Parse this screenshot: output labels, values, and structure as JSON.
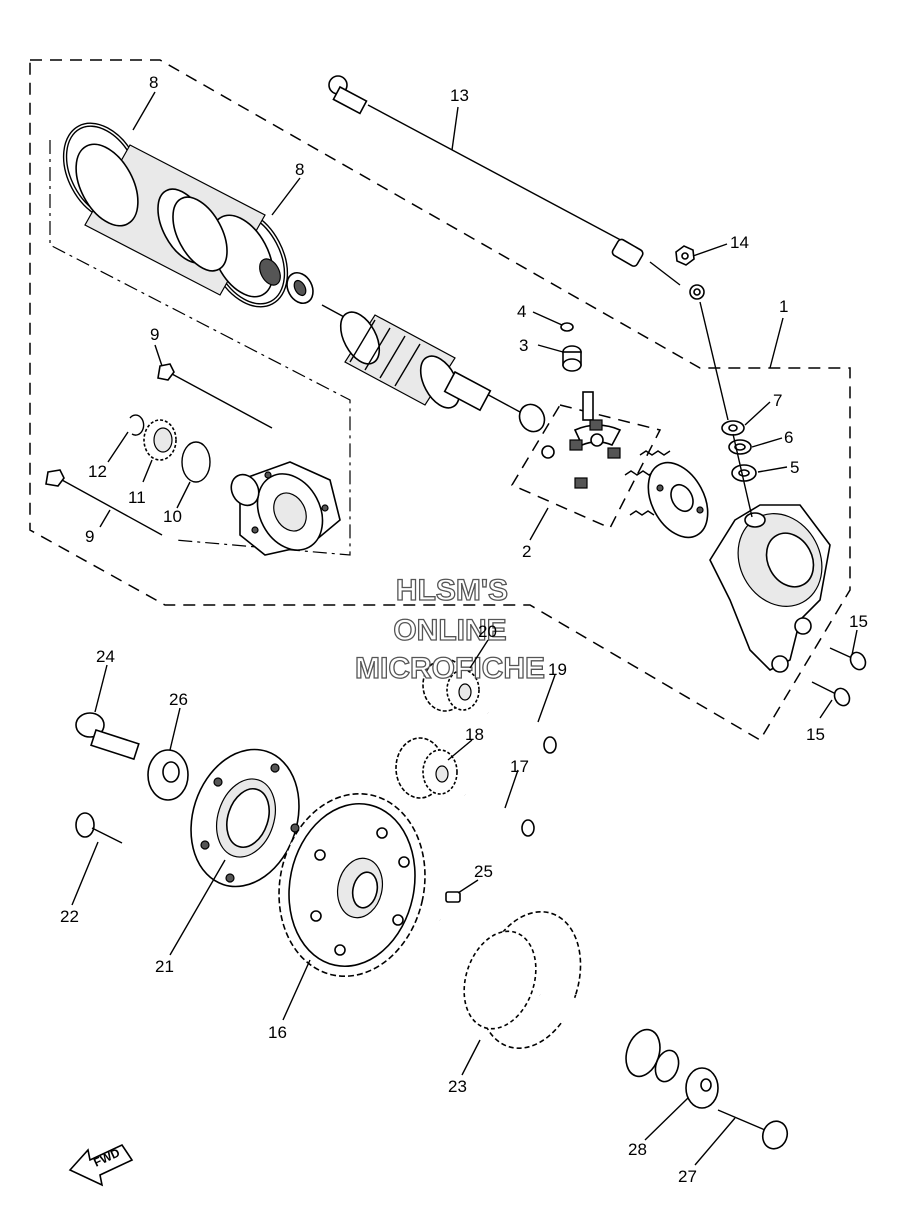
{
  "watermark": {
    "line1": "HLSM'S",
    "line2": "ONLINE",
    "line3": "MICROFICHE"
  },
  "direction_label": "FWD",
  "callouts": [
    "1",
    "2",
    "3",
    "4",
    "5",
    "6",
    "7",
    "8",
    "8",
    "9",
    "9",
    "10",
    "11",
    "12",
    "13",
    "14",
    "15",
    "15",
    "16",
    "17",
    "18",
    "19",
    "20",
    "21",
    "22",
    "23",
    "24",
    "25",
    "26",
    "27",
    "28"
  ]
}
